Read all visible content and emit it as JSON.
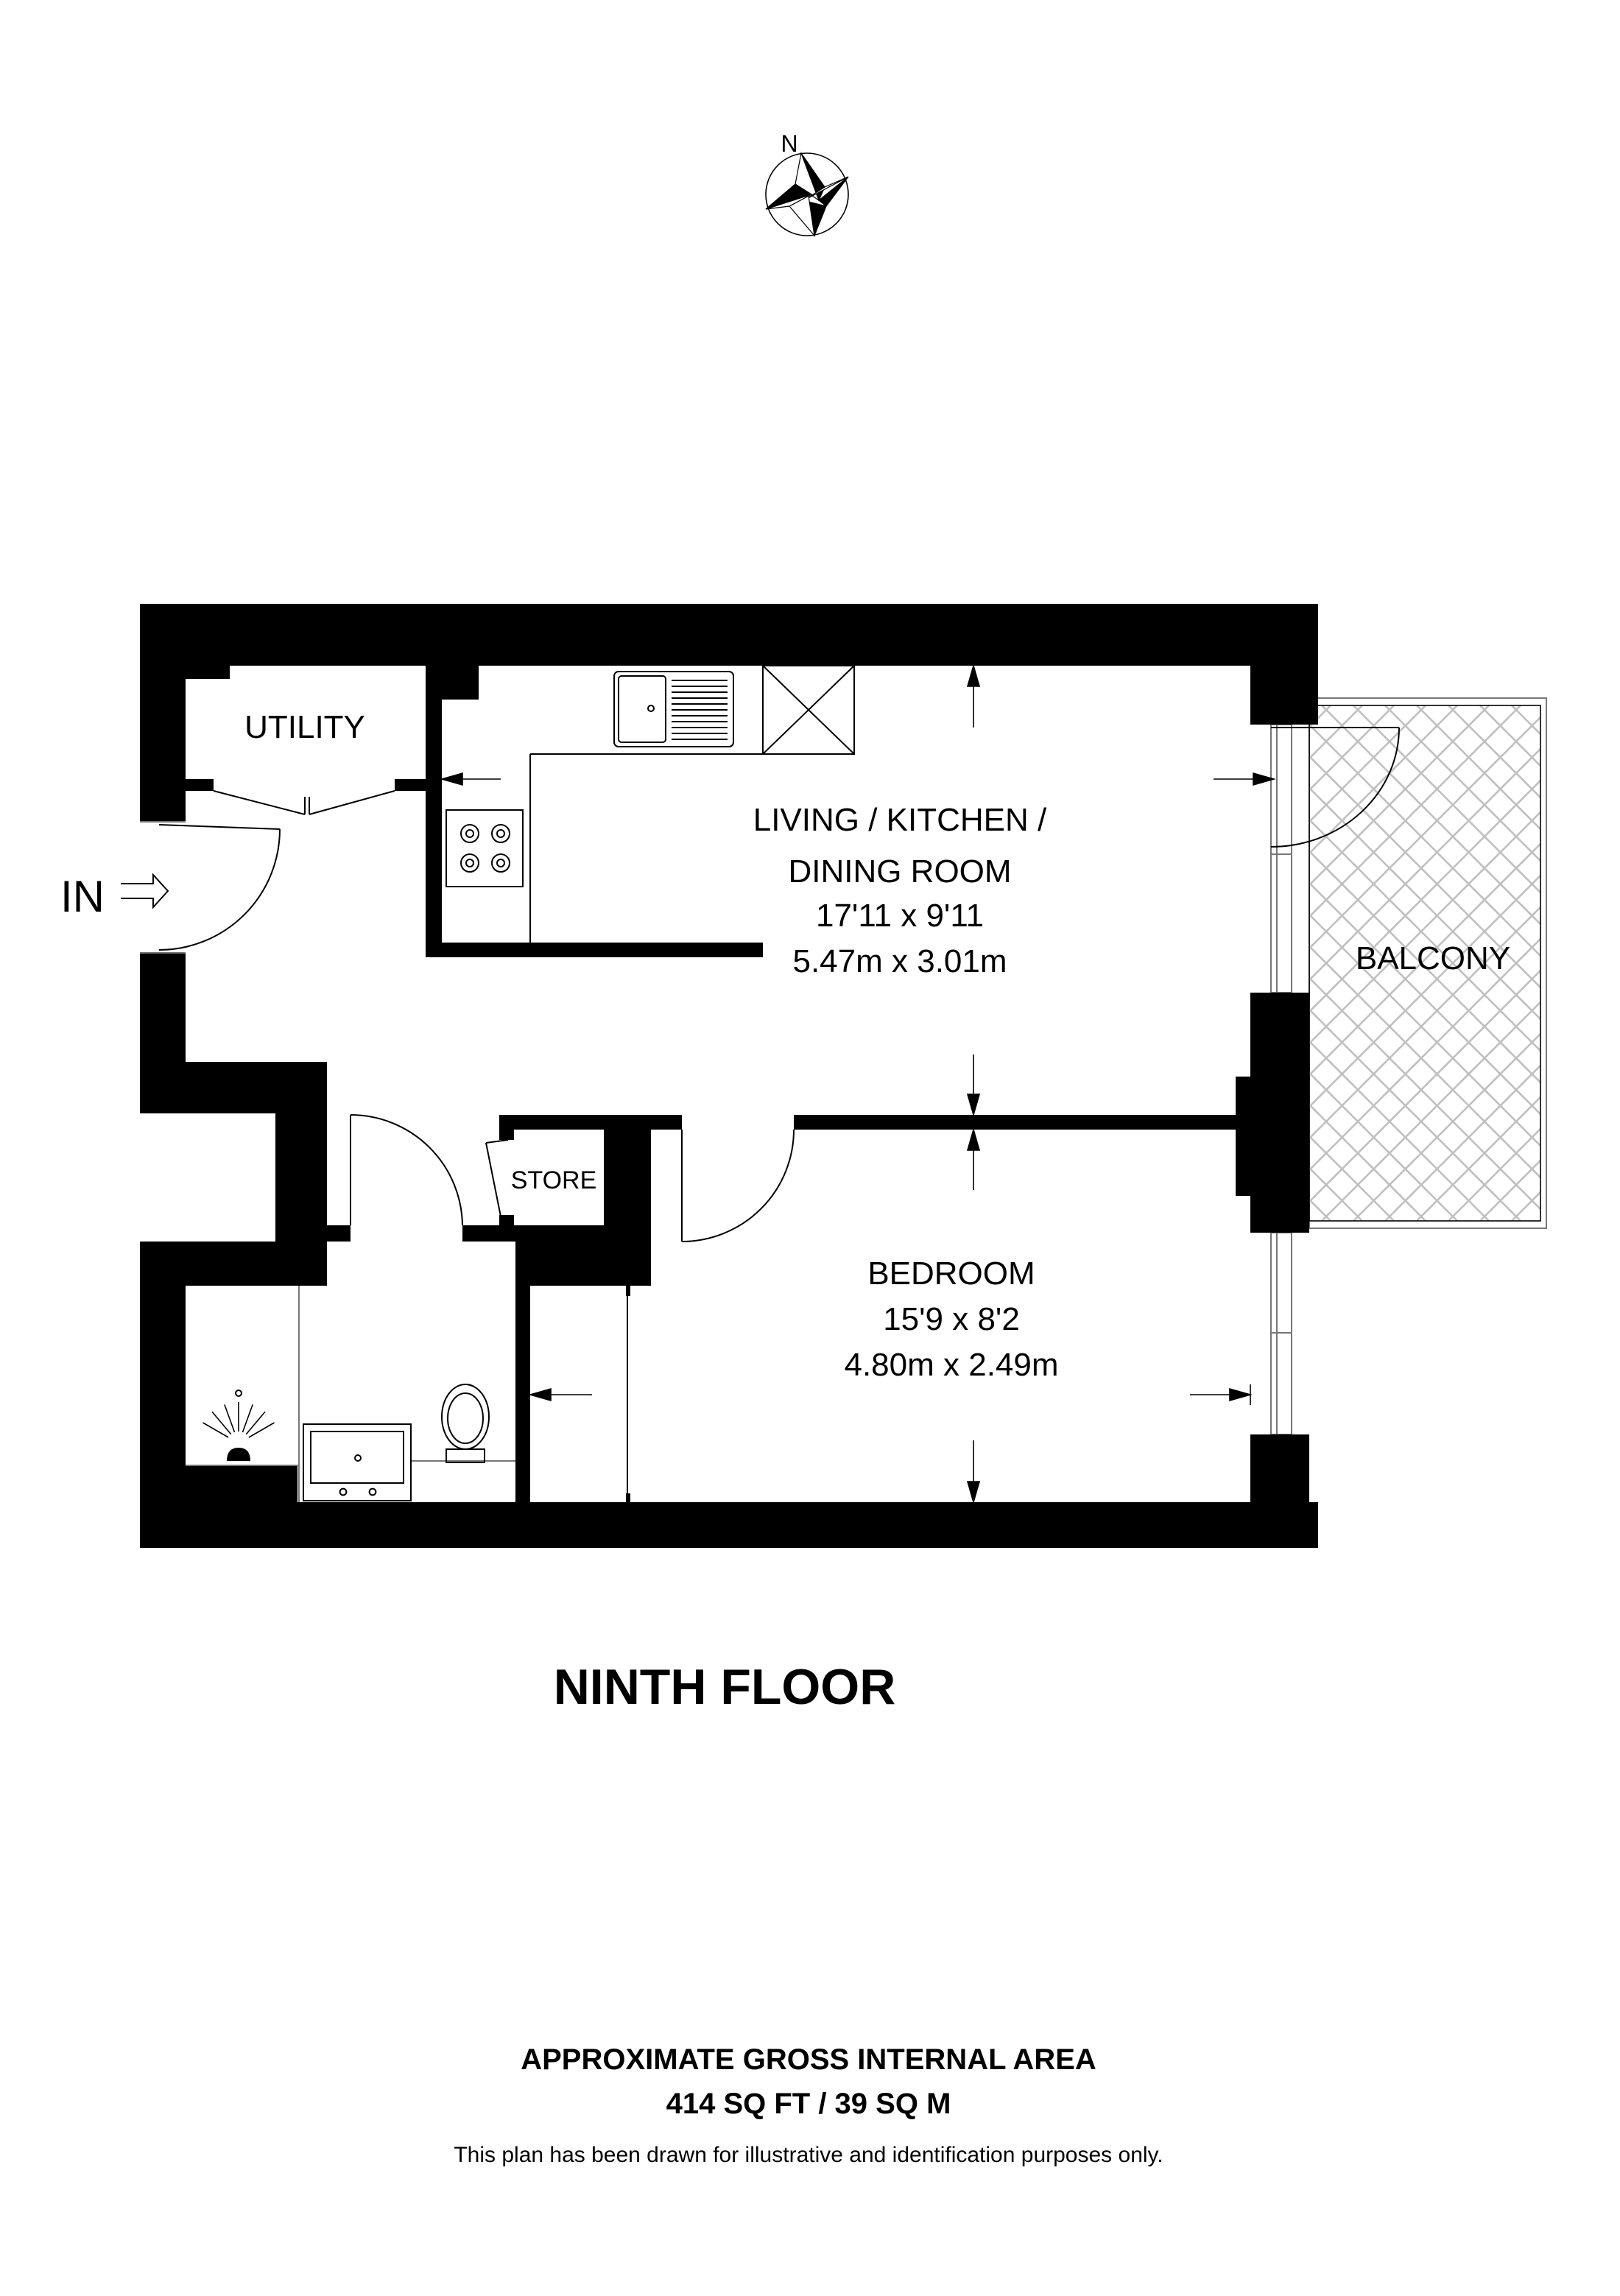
{
  "compass": {
    "north_label": "N",
    "icon": "north-compass-star-icon"
  },
  "entrance": {
    "label": "IN",
    "icon": "entrance-arrow-icon"
  },
  "rooms": {
    "utility": {
      "name": "UTILITY"
    },
    "living": {
      "name_line1": "LIVING / KITCHEN /",
      "name_line2": "DINING ROOM",
      "imperial": "17'11 x 9'11",
      "metric": "5.47m x 3.01m"
    },
    "balcony": {
      "name": "BALCONY"
    },
    "store": {
      "name": "STORE"
    },
    "bedroom": {
      "name": "BEDROOM",
      "imperial": "15'9 x 8'2",
      "metric": "4.80m x 2.49m"
    }
  },
  "floor_title": "NINTH FLOOR",
  "area": {
    "heading": "APPROXIMATE GROSS INTERNAL AREA",
    "value": "414 SQ FT / 39 SQ M"
  },
  "disclaimer": "This plan has been drawn for illustrative and identification purposes only.",
  "colors": {
    "walls": "#000000",
    "balcony_hatch": "#c0c0c0",
    "background": "#ffffff"
  }
}
